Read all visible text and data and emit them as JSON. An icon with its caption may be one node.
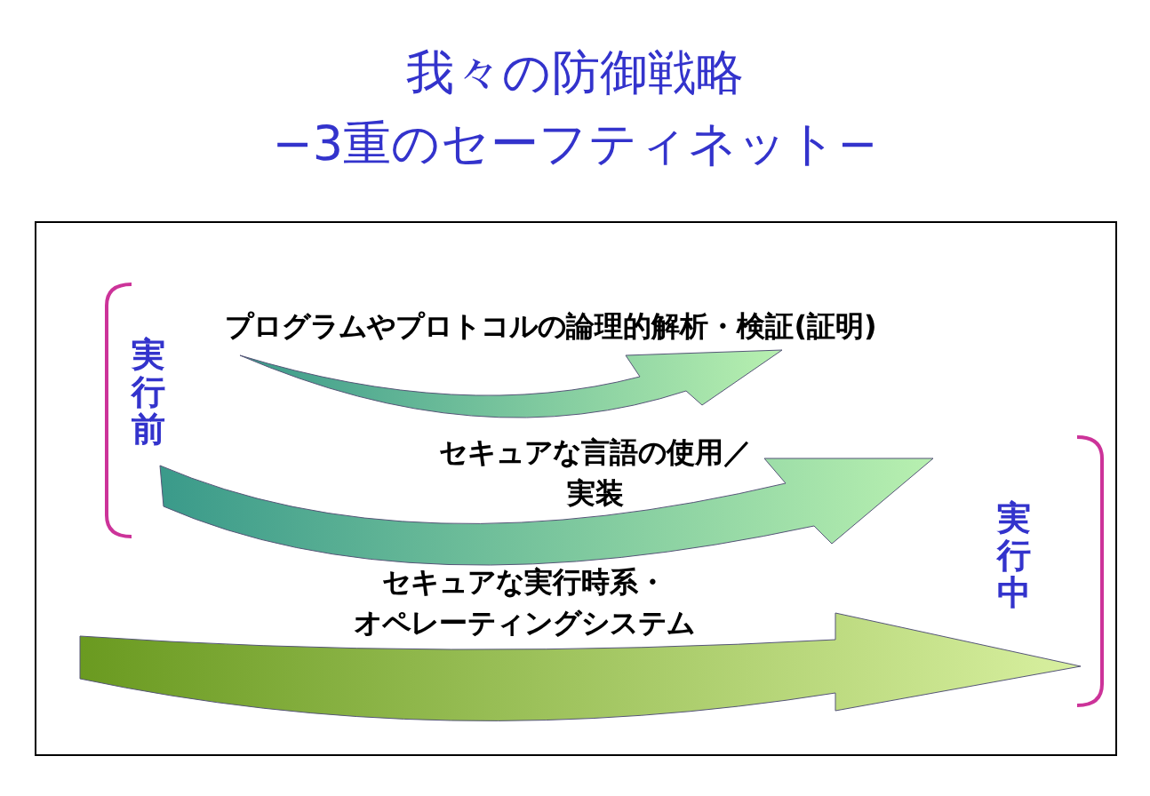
{
  "diagram": {
    "title": "我々の防御戦略",
    "labels": [
      "−3重のセーフティネット−",
      "プログラムやプロトコルの論理的解析・検証(証明)",
      "実行前",
      "セキュアな言語の使用／実装",
      "実行中",
      "セキュアな実行時系・オペレーティングシステム"
    ]
  }
}
